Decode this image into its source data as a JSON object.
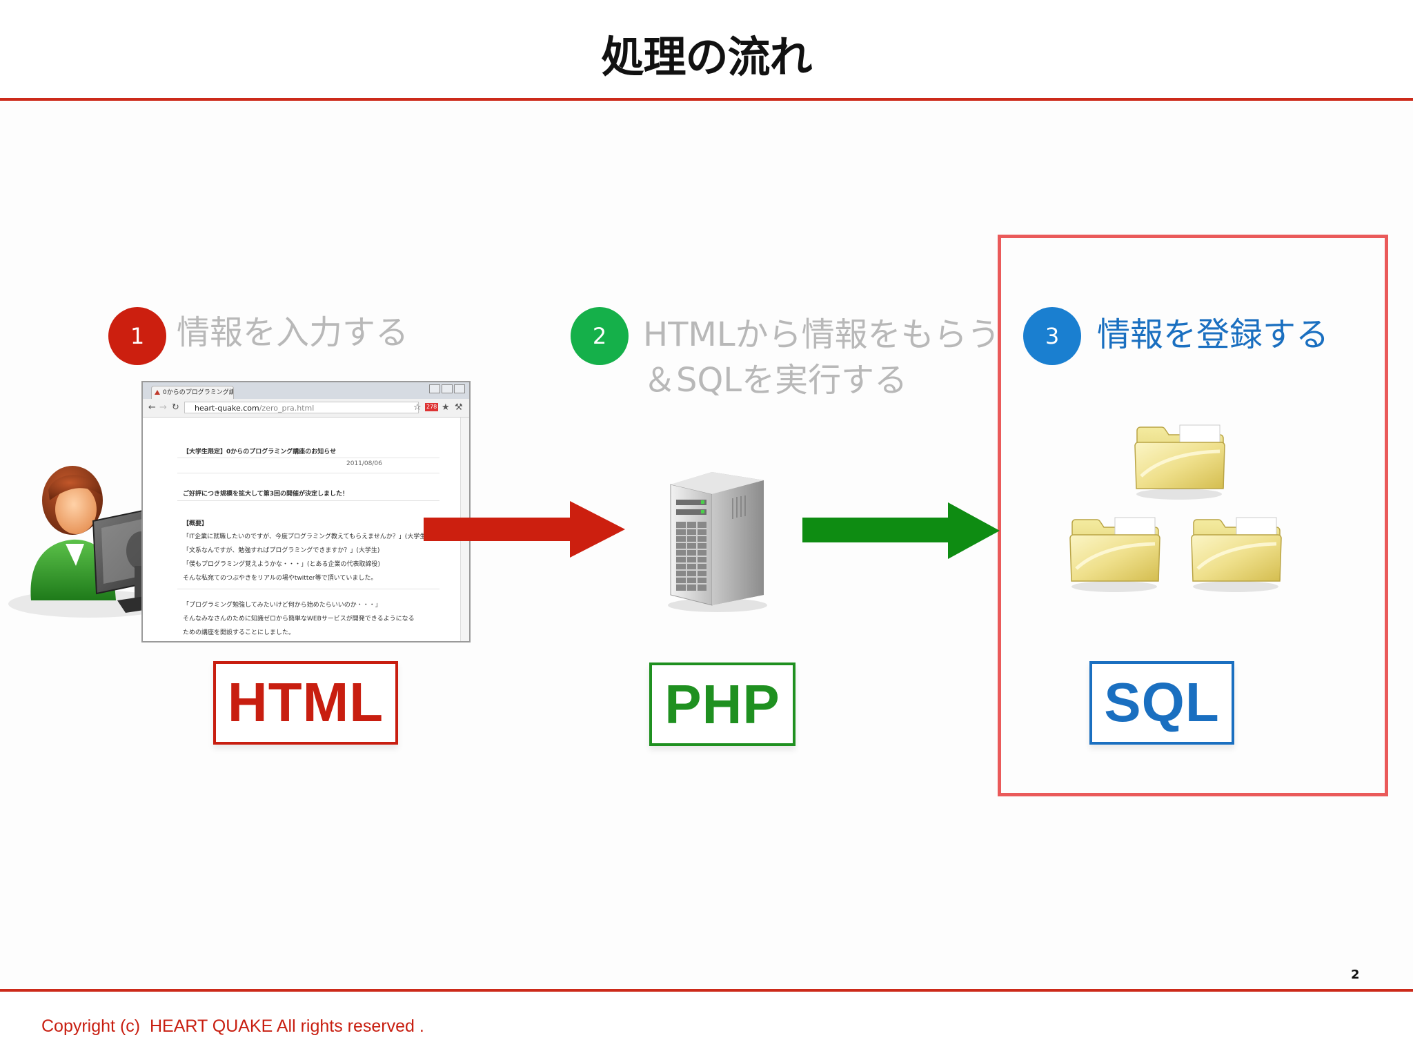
{
  "slide": {
    "title": "処理の流れ",
    "page_number": "2",
    "copyright": "Copyright (c)  HEART QUAKE All rights reserved ."
  },
  "steps": [
    {
      "number": "1",
      "text": "情報を入力する",
      "circle_color": "#cc1f0f",
      "text_color": "#b8b8b8"
    },
    {
      "number": "2",
      "text": "HTMLから情報をもらう\n＆SQLを実行する",
      "circle_color": "#15b04a",
      "text_color": "#b8b8b8"
    },
    {
      "number": "3",
      "text": "情報を登録する",
      "circle_color": "#1a7fd0",
      "text_color": "#1a6fc0"
    }
  ],
  "labels": {
    "html": {
      "text": "HTML",
      "color": "#c81e10"
    },
    "php": {
      "text": "PHP",
      "color": "#1f9020"
    },
    "sql": {
      "text": "SQL",
      "color": "#1a6fc0"
    }
  },
  "arrows": {
    "first_color": "#cc1f0f",
    "second_color": "#0e8c12"
  },
  "highlight_color": "#ea5a5a",
  "browser": {
    "tab_title": "0からのプログラミング講",
    "url_host": "heart-quake.com",
    "url_path": "/zero_pra.html",
    "badge": "278",
    "lines": [
      "【大学生限定】0からのプログラミング講座のお知らせ",
      "2011/08/06",
      "ご好評につき規模を拡大して第3回の開催が決定しました！",
      "【概要】",
      "「IT企業に就職したいのですが、今度プログラミング教えてもらえませんか？」(大学生)",
      "「文系なんですが、勉強すればプログラミングできますか？」(大学生)",
      "「僕もプログラミング覚えようかな・・・」(とある企業の代表取締役)",
      "そんな私宛てのつぶやきをリアルの場やtwitter等で頂いていました。",
      "「プログラミング勉強してみたいけど何から始めたらいいのか・・・」",
      "そんなみなさんのために知識ゼロから簡単なWEBサービスが開発できるようになる",
      "ための講座を開設することにしました。"
    ]
  },
  "icons": [
    "user-at-computer-icon",
    "server-tower-icon",
    "folder-icon"
  ]
}
